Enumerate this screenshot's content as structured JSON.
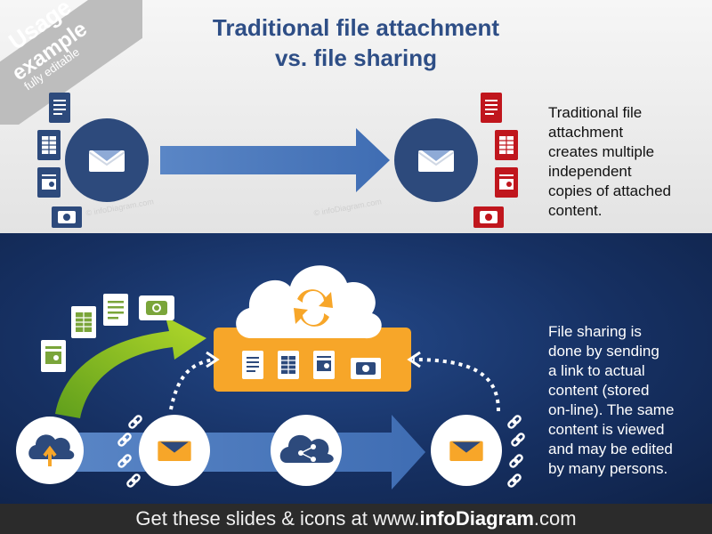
{
  "banner": {
    "line1": "Usage",
    "line2": "example",
    "line3": "fully editable"
  },
  "title": {
    "line1": "Traditional file attachment",
    "line2": "vs. file sharing"
  },
  "traditional_text": [
    "Traditional file",
    "attachment",
    "creates multiple",
    "independent",
    "copies of attached",
    "content."
  ],
  "sharing_text": [
    "File sharing is",
    "done by sending",
    "a link to actual",
    "content (stored",
    "on-line). The same",
    "content is viewed",
    "and may be edited",
    "by many persons."
  ],
  "watermark": "© infoDiagram.com",
  "footer": {
    "prefix": "Get these slides & icons at www.",
    "brand": "infoDiagram",
    "suffix": ".com"
  },
  "colors": {
    "navy": "#2d4a7c",
    "arrow_blue": "#4a7bc0",
    "doc_red": "#c0161d",
    "doc_green": "#7aa53a",
    "orange": "#f7a629",
    "green_arrow": "#8dc31f"
  },
  "icons": {
    "left_docs": [
      "text-doc-icon",
      "table-doc-icon",
      "presentation-doc-icon",
      "camera-icon"
    ],
    "right_docs": [
      "text-doc-icon",
      "table-doc-icon",
      "presentation-doc-icon",
      "camera-icon"
    ],
    "cloud": "cloud-sync-icon",
    "upload": "cloud-upload-icon",
    "share": "cloud-share-icon",
    "email": "open-envelope-icon",
    "link": "chain-link-icon"
  }
}
